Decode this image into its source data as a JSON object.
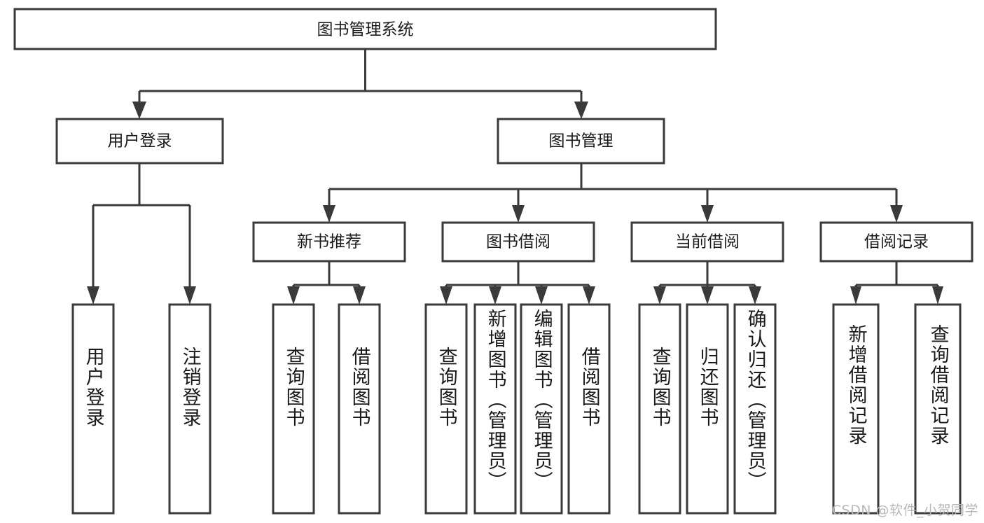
{
  "diagram": {
    "title": "图书管理系统",
    "type": "tree-hierarchy-diagram",
    "colors": {
      "box_stroke": "#3a3a3a",
      "box_fill": "#ffffff",
      "text": "#1a1a1a",
      "canvas": "#ffffff",
      "watermark": "#b8b8b8"
    },
    "root": {
      "label": "图书管理系统"
    },
    "level2": [
      {
        "label": "用户登录"
      },
      {
        "label": "图书管理"
      }
    ],
    "level3": [
      {
        "label": "新书推荐"
      },
      {
        "label": "图书借阅"
      },
      {
        "label": "当前借阅"
      },
      {
        "label": "借阅记录"
      }
    ],
    "leaves": {
      "user_login": [
        {
          "label": "用户登录"
        },
        {
          "label": "注销登录"
        }
      ],
      "new_book_recommend": [
        {
          "label": "查询图书"
        },
        {
          "label": "借阅图书"
        }
      ],
      "book_borrow": [
        {
          "label": "查询图书"
        },
        {
          "label": "新增图书（管理员）"
        },
        {
          "label": "编辑图书（管理员）"
        },
        {
          "label": "借阅图书"
        }
      ],
      "current_borrow": [
        {
          "label": "查询图书"
        },
        {
          "label": "归还图书"
        },
        {
          "label": "确认归还（管理员）"
        }
      ],
      "borrow_records": [
        {
          "label": "新增借阅记录"
        },
        {
          "label": "查询借阅记录"
        }
      ]
    }
  },
  "watermark": {
    "text": "CSDN @软件_小贺同学"
  }
}
